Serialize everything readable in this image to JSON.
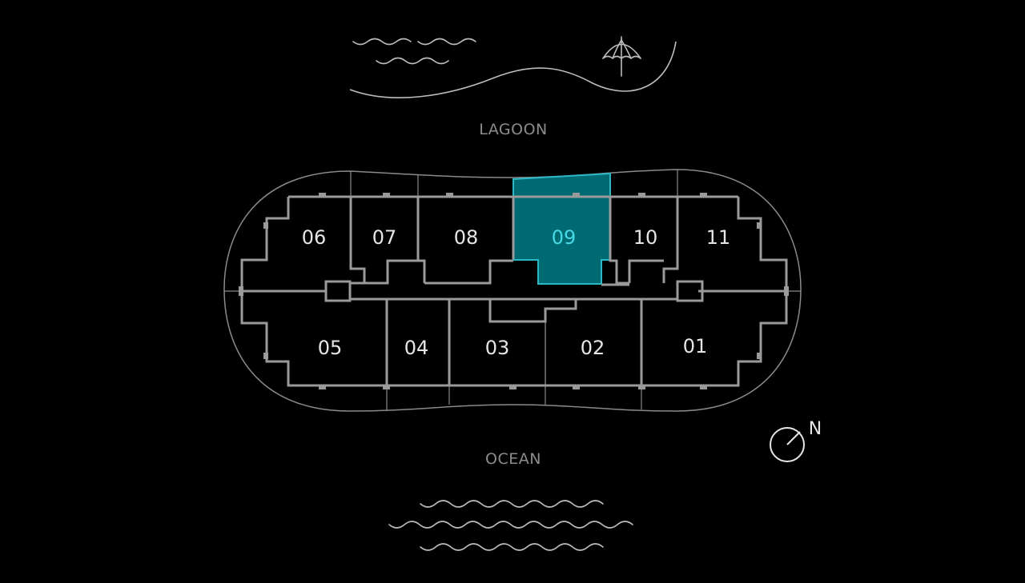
{
  "labels": {
    "lagoon": "LAGOON",
    "ocean": "OCEAN",
    "north": "N"
  },
  "colors": {
    "background": "#000000",
    "outline": "#8a8a8a",
    "walls": "#9a9a9a",
    "selected_fill": "#006a73",
    "selected_stroke": "#2bb8c6",
    "selected_text": "#46d9e6"
  },
  "icons": {
    "umbrella": "beach-umbrella-icon",
    "compass": "north-compass-icon",
    "lagoon_waves": "waves-icon",
    "ocean_waves": "waves-icon"
  },
  "units": [
    {
      "id": "06",
      "label": "06",
      "selected": false
    },
    {
      "id": "07",
      "label": "07",
      "selected": false
    },
    {
      "id": "08",
      "label": "08",
      "selected": false
    },
    {
      "id": "09",
      "label": "09",
      "selected": true
    },
    {
      "id": "10",
      "label": "10",
      "selected": false
    },
    {
      "id": "11",
      "label": "11",
      "selected": false
    },
    {
      "id": "05",
      "label": "05",
      "selected": false
    },
    {
      "id": "04",
      "label": "04",
      "selected": false
    },
    {
      "id": "03",
      "label": "03",
      "selected": false
    },
    {
      "id": "02",
      "label": "02",
      "selected": false
    },
    {
      "id": "01",
      "label": "01",
      "selected": false
    }
  ]
}
